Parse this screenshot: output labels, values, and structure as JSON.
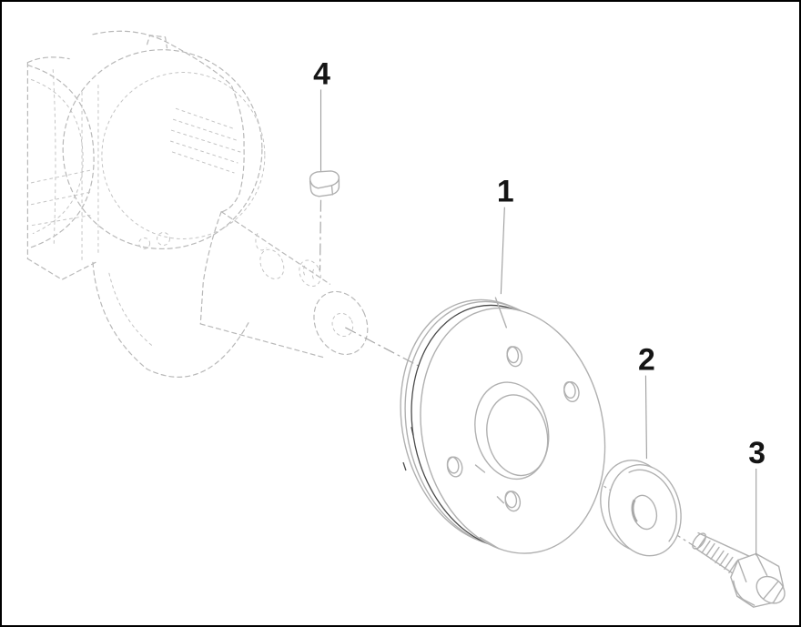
{
  "figure": {
    "type": "exploded-parts-diagram",
    "callouts": [
      {
        "label": "1",
        "part": "flange-disc"
      },
      {
        "label": "2",
        "part": "washer"
      },
      {
        "label": "3",
        "part": "flange-bolt"
      },
      {
        "label": "4",
        "part": "key"
      }
    ],
    "colors": {
      "background": "#ffffff",
      "frame_border": "#000000",
      "part_line": "#b0b0b0",
      "ghost_line": "#b8b8b8",
      "groove_dark_line": "#4a4a4a",
      "leader_line": "#9c9c9c",
      "callout_text": "#151515"
    }
  }
}
